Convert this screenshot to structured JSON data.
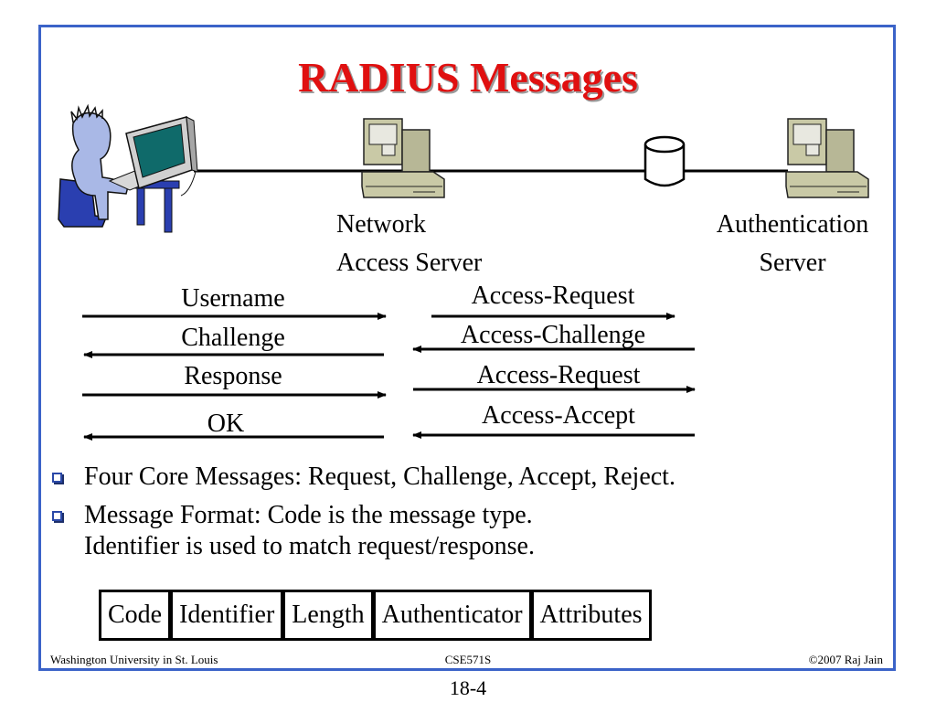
{
  "slide": {
    "title": "RADIUS Messages",
    "nas_label": {
      "line1": "Network",
      "line2": "Access Server"
    },
    "auth_label": {
      "line1": "Authentication",
      "line2": "Server"
    },
    "user_nas_messages": [
      {
        "text": "Username",
        "direction": "right"
      },
      {
        "text": "Challenge",
        "direction": "left"
      },
      {
        "text": "Response",
        "direction": "right"
      },
      {
        "text": "OK",
        "direction": "left"
      }
    ],
    "nas_auth_messages": [
      {
        "text": "Access-Request",
        "direction": "right"
      },
      {
        "text": "Access-Challenge",
        "direction": "left"
      },
      {
        "text": "Access-Request",
        "direction": "right"
      },
      {
        "text": "Access-Accept",
        "direction": "left"
      }
    ],
    "bullets": [
      {
        "line1": "Four Core Messages:  Request, Challenge, Accept, Reject.",
        "line2": ""
      },
      {
        "line1": "Message Format: Code is the message type.",
        "line2": "Identifier is used to match request/response."
      }
    ],
    "packet_fields": [
      "Code",
      "Identifier",
      "Length",
      "Authenticator",
      "Attributes"
    ],
    "footer": {
      "left": "Washington University in St. Louis",
      "center": "CSE571S",
      "right": "©2007 Raj Jain"
    },
    "page_number": "18-4"
  },
  "colors": {
    "title": "#e01010",
    "frame_border": "#3b63c8",
    "bullet": "#2a48a8",
    "computer_body": "#c9c9a6",
    "user_figure": "#a9b8e6"
  },
  "icons": [
    "user-at-computer-icon",
    "nas-computer-icon",
    "database-icon",
    "auth-server-computer-icon"
  ]
}
